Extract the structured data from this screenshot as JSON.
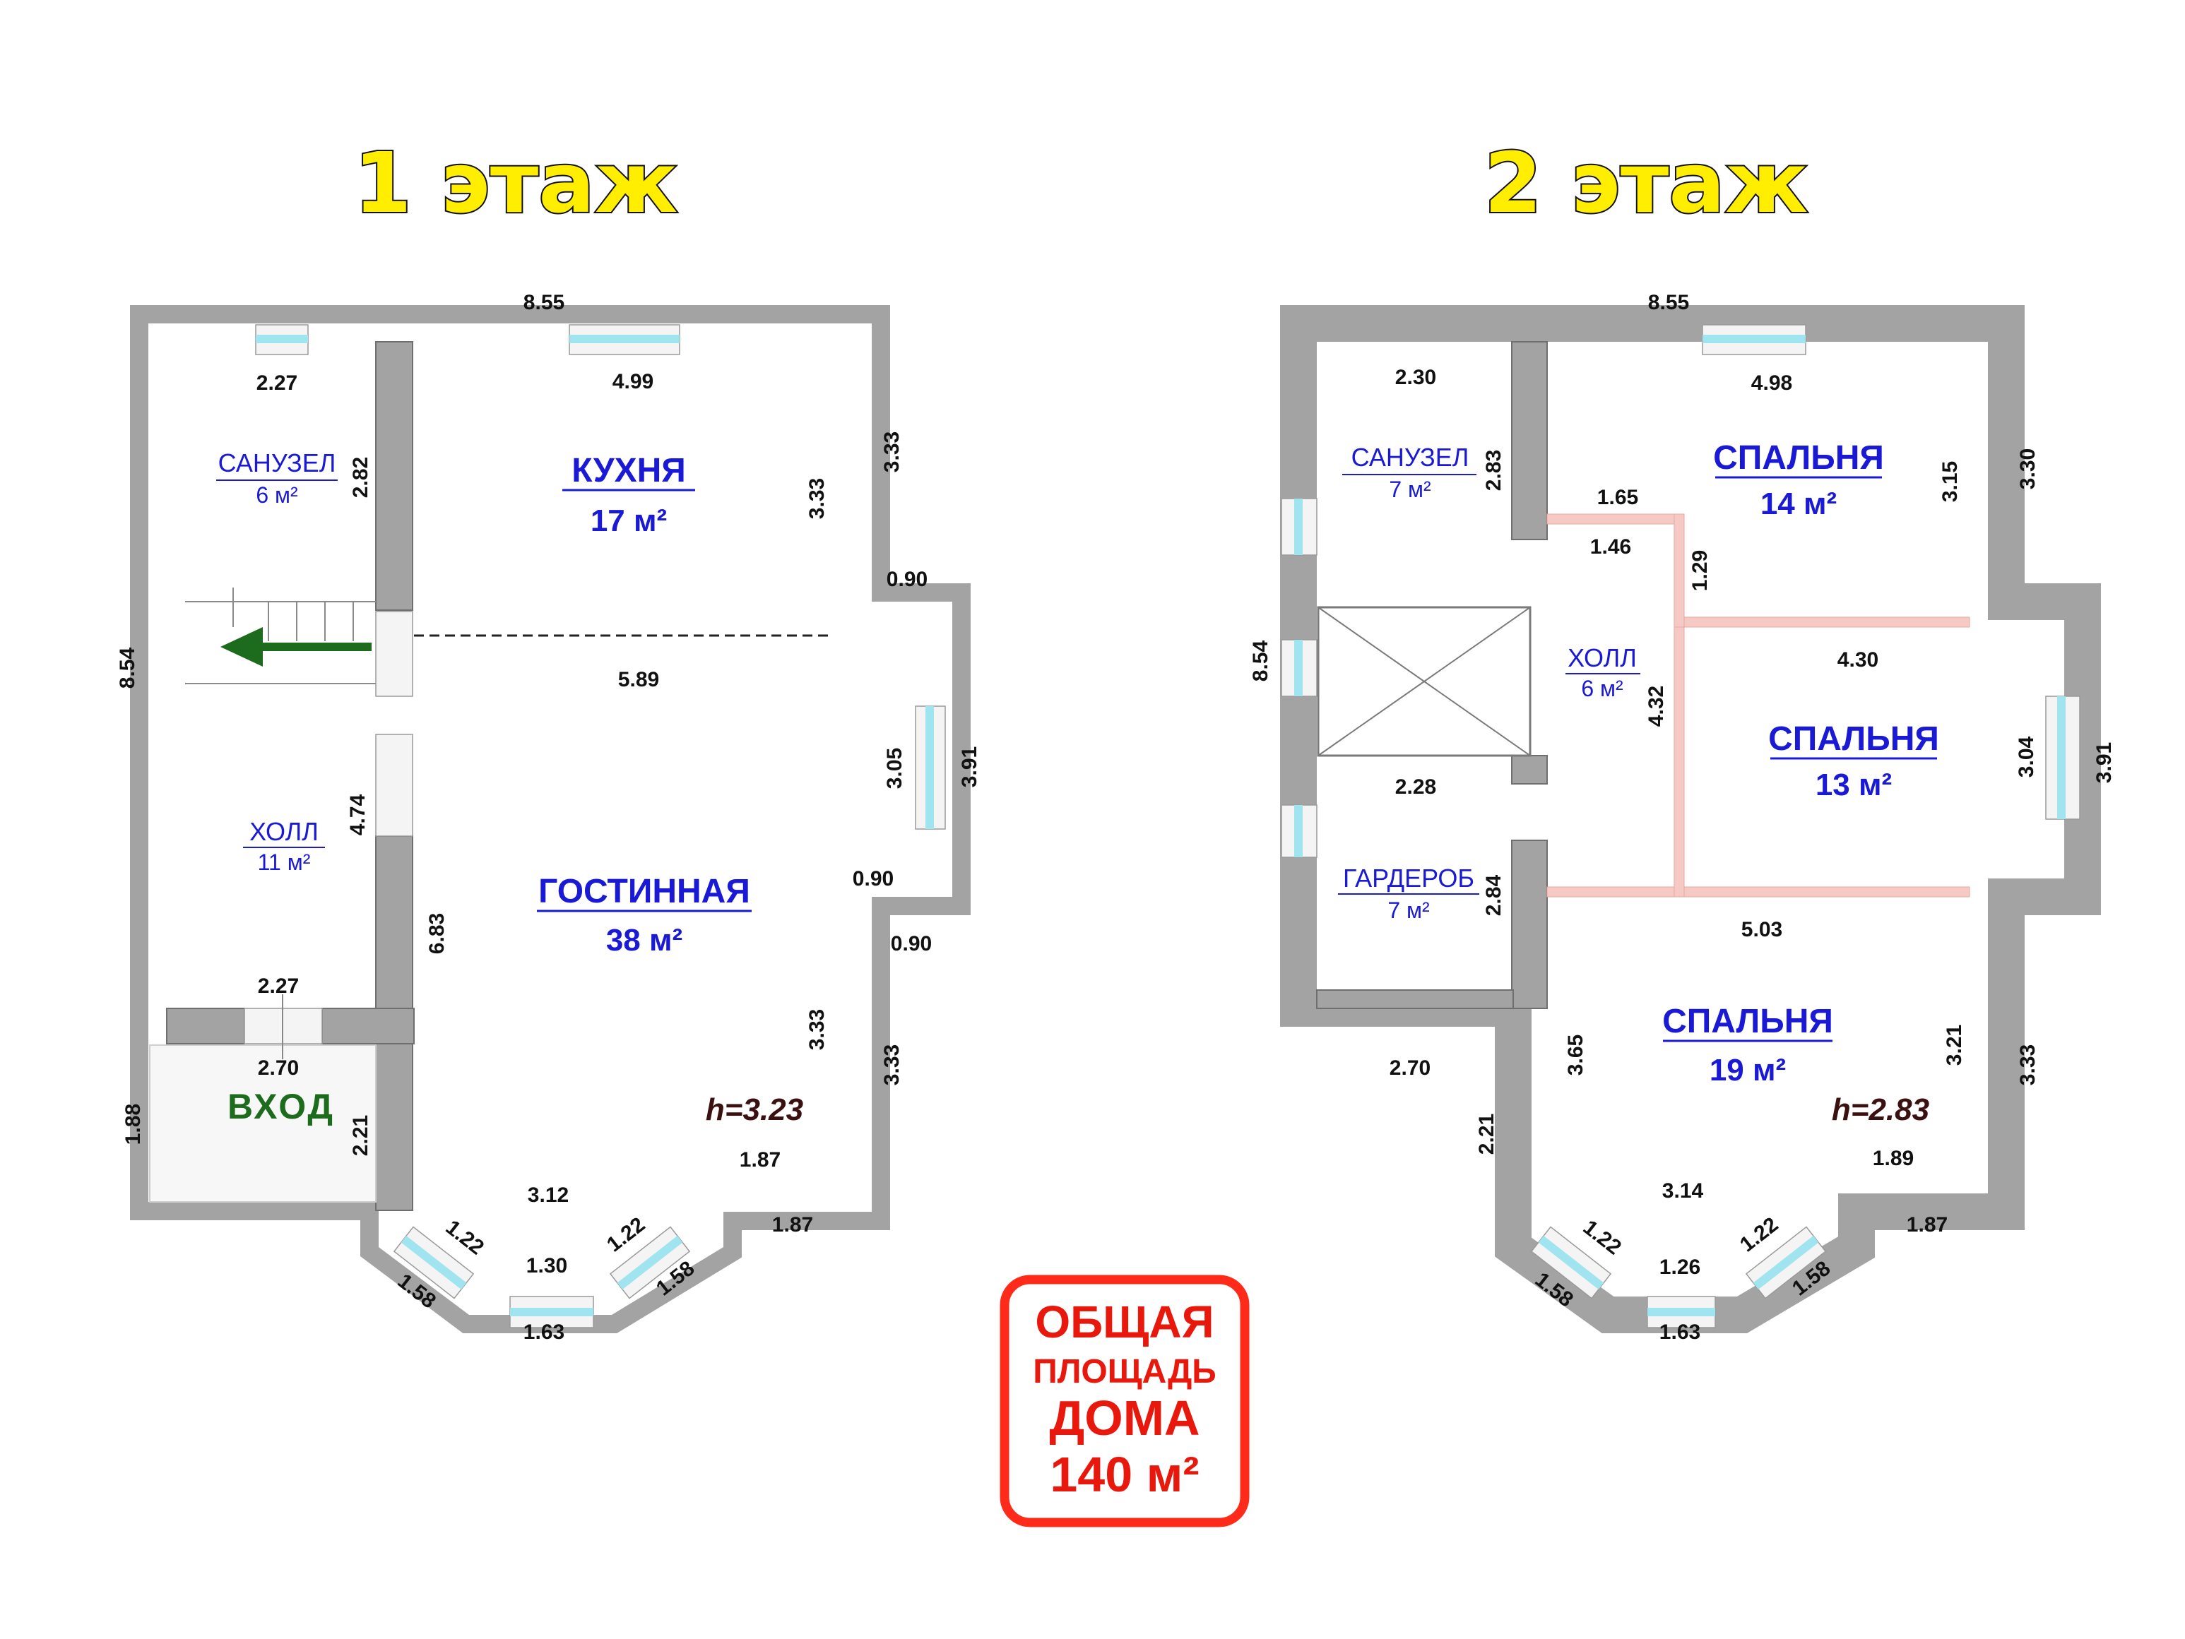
{
  "floor1": {
    "title": "1 этаж",
    "rooms": {
      "bathroom": {
        "name": "САНУЗЕЛ",
        "area": "6 м²"
      },
      "kitchen": {
        "name": "КУХНЯ",
        "area": "17 м²"
      },
      "hall": {
        "name": "ХОЛЛ",
        "area": "11 м²"
      },
      "living": {
        "name": "ГОСТИННАЯ",
        "area": "38 м²"
      },
      "entry": {
        "name": "ВХОД"
      }
    },
    "height": "h=3.23",
    "dimensions": {
      "top_total": "8.55",
      "bath_width": "2.27",
      "kitchen_width": "4.99",
      "bath_height": "2.82",
      "kitchen_inner_height": "3.33",
      "kitchen_outer_height": "3.33",
      "left_total": "8.54",
      "step_top": "0.90",
      "living_width": "5.89",
      "bay_inner": "3.05",
      "bay_outer": "3.91",
      "hall_height": "4.74",
      "step_inner": "0.90",
      "step_outer": "0.90",
      "hall_bottom": "2.27",
      "living_height": "6.83",
      "entry_width": "2.70",
      "right_lower_inner": "3.33",
      "right_lower_outer": "3.33",
      "entry_left": "1.88",
      "entry_right": "2.21",
      "corner_inner": "1.87",
      "corner_outer": "1.87",
      "bow_span": "3.12",
      "bow_left_inner": "1.22",
      "bow_right_inner": "1.22",
      "bow_center_inner": "1.30",
      "bow_left_outer": "1.58",
      "bow_right_outer": "1.58",
      "bow_center_outer": "1.63"
    }
  },
  "floor2": {
    "title": "2 этаж",
    "rooms": {
      "bathroom": {
        "name": "САНУЗЕЛ",
        "area": "7 м²"
      },
      "bedroom_top": {
        "name": "СПАЛЬНЯ",
        "area": "14 м²"
      },
      "hall": {
        "name": "ХОЛЛ",
        "area": "6 м²"
      },
      "bedroom_mid": {
        "name": "СПАЛЬНЯ",
        "area": "13 м²"
      },
      "wardrobe": {
        "name": "ГАРДЕРОБ",
        "area": "7 м²"
      },
      "bedroom_big": {
        "name": "СПАЛЬНЯ",
        "area": "19 м²"
      }
    },
    "height": "h=2.83",
    "dimensions": {
      "top_total": "8.55",
      "bath_width": "2.30",
      "bedroom_top_width": "4.98",
      "bath_height": "2.83",
      "hall_top": "1.65",
      "hall_inner_top": "1.46",
      "hall_step": "1.29",
      "bedroom_top_height": "3.15",
      "right_top_outer": "3.30",
      "left_total": "8.54",
      "bedroom_mid_width": "4.30",
      "hall_height": "4.32",
      "bedroom_mid_height": "3.04",
      "bay_outer": "3.91",
      "wardrobe_width": "2.28",
      "wardrobe_height": "2.84",
      "bedroom_big_width": "5.03",
      "left_lower_width": "2.70",
      "bedroom_big_left": "3.65",
      "bedroom_big_right": "3.21",
      "right_lower_outer": "3.33",
      "left_lower_outer": "2.21",
      "corner_inner": "1.89",
      "corner_outer": "1.87",
      "bow_span": "3.14",
      "bow_left_inner": "1.22",
      "bow_right_inner": "1.22",
      "bow_center_inner": "1.26",
      "bow_left_outer": "1.58",
      "bow_right_outer": "1.58",
      "bow_center_outer": "1.63"
    }
  },
  "total": {
    "line1": "ОБЩАЯ",
    "line2": "ПЛОЩАДЬ",
    "line3": "ДОМА",
    "line4": "140 м²"
  },
  "colors": {
    "title_fill": "#ffee00",
    "room_label": "#1a1ad6",
    "entry_label": "#1d6b1d",
    "arrow": "#1d6b1d",
    "total_border": "#ff2a1a",
    "total_text": "#e8180c",
    "wall": "#a3a3a3",
    "window_glass": "#9fe4ee",
    "partition_pink": "#f6c9c5"
  }
}
